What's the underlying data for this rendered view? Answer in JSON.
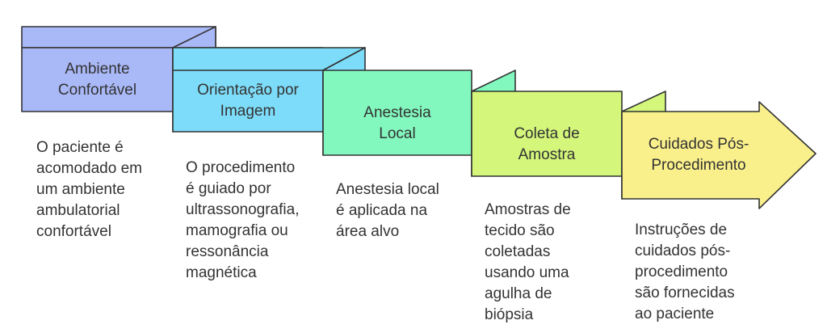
{
  "steps": [
    {
      "label": "Ambiente\nConfortável",
      "description": "O paciente é\nacomodado em\num ambiente\nambulatorial\nconfortável",
      "fill": "#A9B8F7"
    },
    {
      "label": "Orientação por\nImagem",
      "description": "O procedimento\né guiado por\nultrassonografia,\nmamografia ou\nressonância\nmagnética",
      "fill": "#7DDCF9"
    },
    {
      "label": "Anestesia\nLocal",
      "description": "Anestesia local\né aplicada na\nárea alvo",
      "fill": "#82F8BE"
    },
    {
      "label": "Coleta de\nAmostra",
      "description": "Amostras de\ntecido são\ncoletadas\nusando uma\nagulha de\nbiópsia",
      "fill": "#D3F67B"
    },
    {
      "label": "Cuidados Pós-\nProcedimento",
      "description": "Instruções de\ncuidados pós-\nprocedimento\nsão fornecidas\nao paciente",
      "fill": "#FAF08B"
    }
  ],
  "stroke_color": "#333333"
}
